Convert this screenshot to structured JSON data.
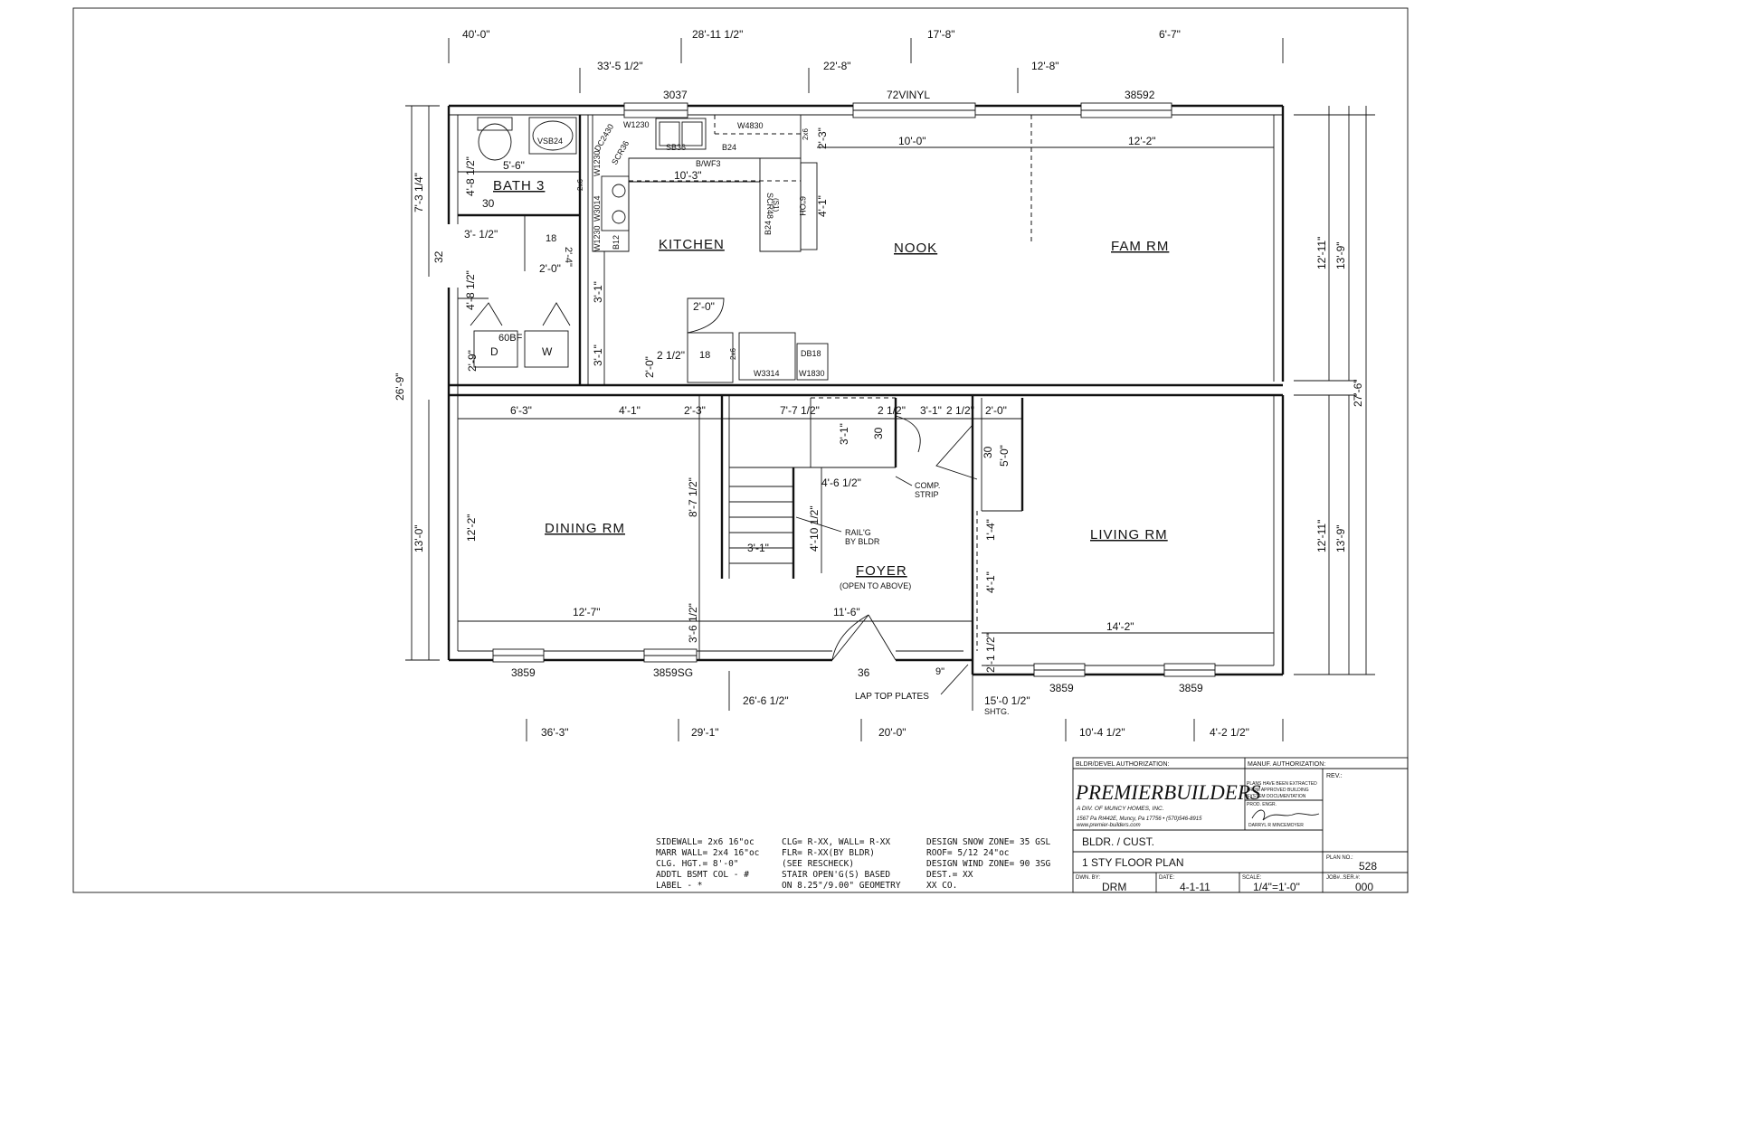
{
  "dimensions_top_row1": [
    "40'-0\"",
    "28'-11 1/2\"",
    "17'-8\"",
    "6'-7\""
  ],
  "dimensions_top_row2": [
    "33'-5 1/2\"",
    "22'-8\"",
    "12'-8\""
  ],
  "windows_top": [
    "3037",
    "72VINYL",
    "38592"
  ],
  "windows_bottom": [
    "3859",
    "3859SG",
    "36",
    "3859",
    "3859"
  ],
  "dimensions_bottom_row1": [
    "26'-6 1/2\"",
    "15'-0 1/2\"",
    "SHTG."
  ],
  "dimensions_bottom_row2": [
    "36'-3\"",
    "29'-1\"",
    "20'-0\"",
    "10'-4 1/2\"",
    "4'-2 1/2\""
  ],
  "dimensions_left": [
    "7'-3 1/4\"",
    "32",
    "26'-9\"",
    "13'-0\""
  ],
  "dimensions_right": [
    "12'-11\"",
    "13'-9\"",
    "27'-6\"",
    "12'-11\"",
    "13'-9\""
  ],
  "rooms": {
    "bath": "BATH 3",
    "kitchen": "KITCHEN",
    "nook": "NOOK",
    "fam": "FAM RM",
    "dining": "DINING RM",
    "foyer": "FOYER",
    "foyer_note": "(OPEN TO ABOVE)",
    "living": "LIVING RM"
  },
  "cabinets": {
    "vsb24": "VSB24",
    "w1230a": "W1230",
    "dc2430": "DC2430",
    "scr36": "SCR36",
    "sb36": "SB36",
    "w4830": "W4830",
    "b24a": "B24",
    "bwf3": "B/WF3",
    "scr48": "SCR48",
    "s1": "(S1)",
    "w3014": "W3014",
    "w1230b": "W1230",
    "w1230c": "W1230",
    "b12": "B12",
    "b24b": "B24",
    "oh": "6\"OH",
    "db18": "DB18",
    "w3314": "W3314",
    "w1830": "W1830",
    "bf60": "60BF",
    "dryer": "D",
    "washer": "W",
    "r2x6a": "2x6",
    "r2x6b": "2x6",
    "r2x6c": "2x6",
    "r18a": "18",
    "r18b": "18",
    "r30a": "30",
    "r30b": "30",
    "r30c": "30"
  },
  "interior_dims": {
    "d5_6": "5'-6\"",
    "d4_8": "4'-8 1/2\"",
    "d10_3": "10'-3\"",
    "d10_0": "10'-0\"",
    "d12_2": "12'-2\"",
    "d2_3a": "2'-3\"",
    "d4_1a": "4'-1\"",
    "d3_1_2": "3'- 1/2\"",
    "d2_4": "2'-4\"",
    "d2_0a": "2'-0\"",
    "d4_8b": "4'-8 1/2\"",
    "d3_1a": "3'-1\"",
    "d3_1b": "3'-1\"",
    "d2_0b": "2'-0\"",
    "d2_0c": "2'-0\"",
    "d2_1_2": "2  1/2\"",
    "d2_9": "2'-9\"",
    "d6_3": "6'-3\"",
    "d4_1b": "4'-1\"",
    "d2_3b": "2'-3\"",
    "d7_7": "7'-7 1/2\"",
    "d2_1_2b": "2  1/2\"",
    "d3_1c": "3'-1\"",
    "d2_1_2c": "2  1/2\"",
    "d2_0d": "2'-0\"",
    "d3_1d": "3'-1\"",
    "d5_0": "5'-0\"",
    "d4_6": "4'-6 1/2\"",
    "d8_7": "8'-7 1/2\"",
    "d12_2b": "12'-2\"",
    "d4_10": "4'-10 1/2\"",
    "d3_1e": "3'-1\"",
    "d1_4": "1'-4\"",
    "d4_1c": "4'-1\"",
    "d12_7": "12'-7\"",
    "d11_6": "11'-6\"",
    "d14_2": "14'-2\"",
    "d3_6": "3'-6 1/2\"",
    "d2_1": "2'-1 1/2\"",
    "d9": "9\""
  },
  "notes": {
    "comp_strip": [
      "COMP.",
      "STRIP"
    ],
    "railg": [
      "RAIL'G",
      "BY BLDR"
    ],
    "lap_top": "LAP TOP PLATES"
  },
  "specs": {
    "col1": [
      "SIDEWALL=  2x6 16\"oc",
      "MARR WALL= 2x4 16\"oc",
      "CLG. HGT.=  8'-0\"",
      "ADDTL BSMT COL - #",
      "LABEL - *"
    ],
    "col2": [
      "CLG= R-XX, WALL= R-XX",
      "  FLR= R-XX(BY BLDR)",
      "  (SEE RESCHECK)",
      "STAIR OPEN'G(S) BASED",
      "  ON 8.25\"/9.00\" GEOMETRY"
    ],
    "col3": [
      "DESIGN SNOW ZONE= 35 GSL",
      "ROOF= 5/12 24\"oc",
      "DESIGN WIND ZONE= 90 3SG",
      "DEST.= XX",
      "     XX CO."
    ]
  },
  "title_block": {
    "bldr_auth": "BLDR/DEVEL AUTHORIZATION:",
    "manuf_auth": "MANUF. AUTHORIZATION:",
    "company": "PREMIERBUILDERS",
    "division": "A DIV. OF MUNCY HOMES, INC.",
    "address": "1567 Pa Rt442E, Muncy, Pa 17756  • (570)546-8915",
    "website": "www.premier-builders.com",
    "plans_note": [
      "PLANS HAVE BEEN EXTRACTED",
      "FROM APPROVED BUILDING",
      "SYSTEM DOCUMENTATION"
    ],
    "prod_engr": "PROD. ENGR.",
    "engineer": "DARRYL R MINCEMOYER",
    "rev_label": "REV.:",
    "customer": "BLDR. / CUST.",
    "plan_title": "1 STY FLOOR PLAN",
    "plan_no_label": "PLAN NO.:",
    "plan_no": "528",
    "dwn_by_label": "DWN. BY:",
    "dwn_by": "DRM",
    "date_label": "DATE:",
    "date": "4-1-11",
    "scale_label": "SCALE:",
    "scale": "1/4\"=1'-0\"",
    "job_label": "JOB#..SER.#:",
    "job": "000"
  }
}
